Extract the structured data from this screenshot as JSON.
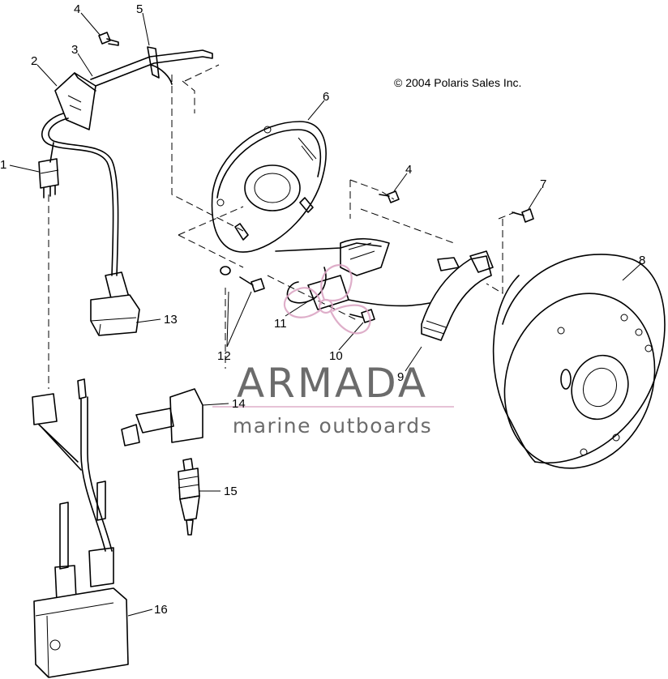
{
  "copyright": "© 2004 Polaris Sales Inc.",
  "watermark": {
    "brand": "ARMADA",
    "tagline": "marine outboards",
    "brand_color": "#6b6b6b",
    "accent_color": "#d9a0c0"
  },
  "callouts": [
    "1",
    "2",
    "3",
    "4",
    "5",
    "6",
    "4",
    "7",
    "8",
    "9",
    "10",
    "11",
    "12",
    "13",
    "14",
    "15",
    "16"
  ]
}
